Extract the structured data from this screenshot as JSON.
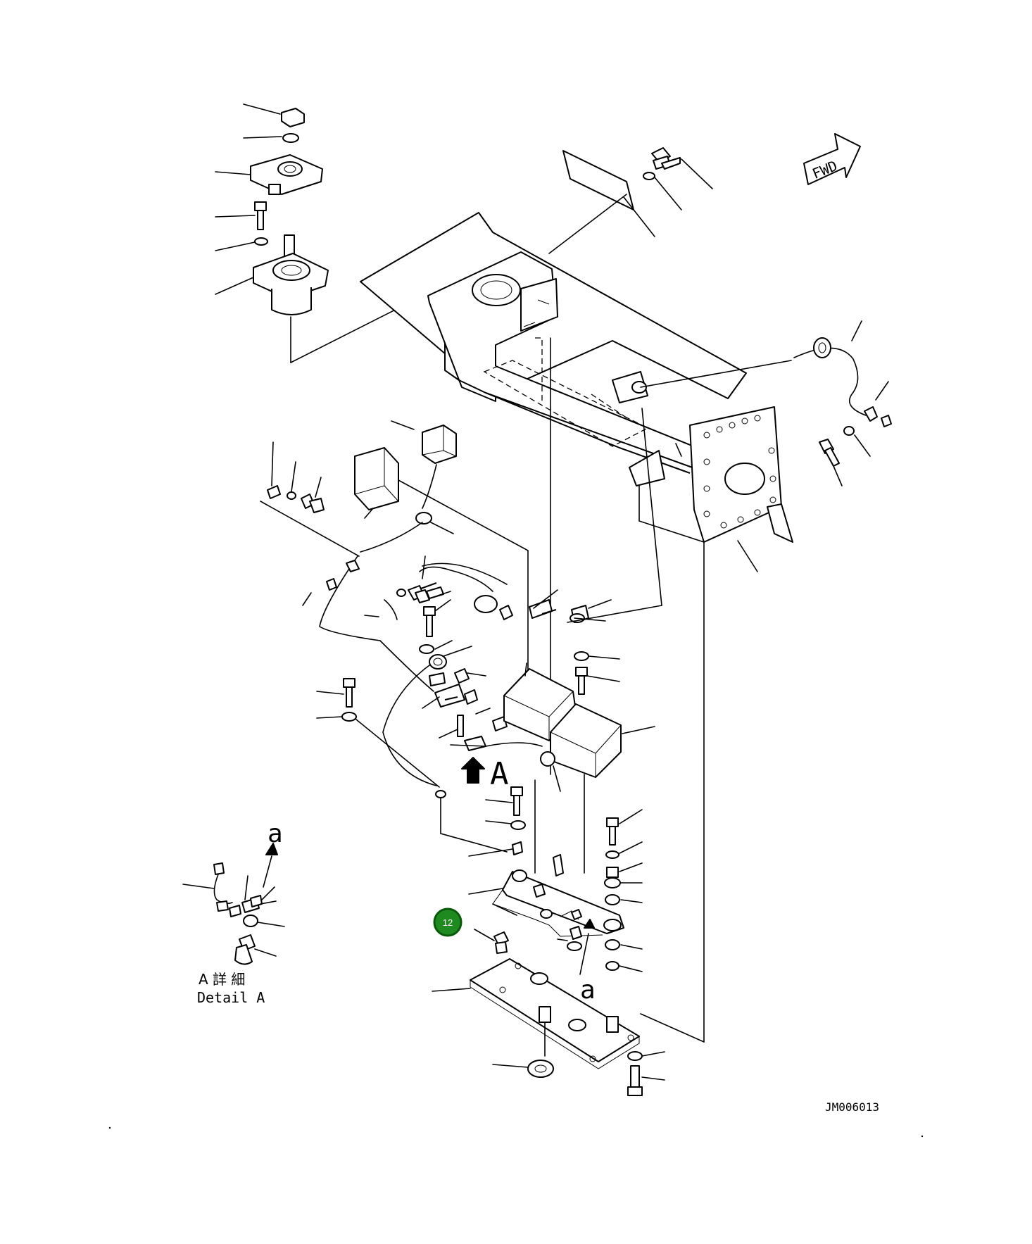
{
  "labels": {
    "fwd": "FWD",
    "detail_a_jp": "A 詳 細",
    "detail_a_en": "Detail A",
    "view_letter": "A",
    "ref_a_upper": "a",
    "ref_a_lower": "a",
    "drawing_number": "JM006013"
  },
  "hotspots": [
    {
      "number": "12"
    }
  ],
  "colors": {
    "line": "#000000",
    "background": "#ffffff",
    "hotspot": "#1f8a1f"
  }
}
